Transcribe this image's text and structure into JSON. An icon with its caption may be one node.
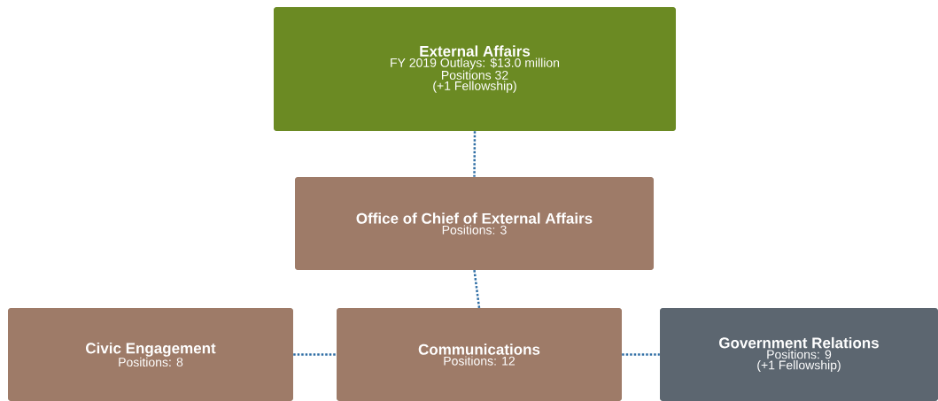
{
  "diagram": {
    "nodes": [
      {
        "text": [
          "External Affairs",
          "FY 2019 Outlays: $13.0 million",
          "Positions 32",
          "(+1 Fellowship)"
        ]
      },
      {
        "text": [
          "Office of Chief of External Affairs",
          "Positions: 3"
        ]
      },
      {
        "text": [
          "Civic Engagement",
          "Positions: 8"
        ]
      },
      {
        "text": [
          "Communications",
          "Positions: 12"
        ]
      },
      {
        "text": [
          "Government Relations",
          "Positions: 9",
          "(+1 Fellowship)"
        ]
      }
    ],
    "edges": [
      {
        "from": 0,
        "to": 1,
        "arrow": "none"
      },
      {
        "from": 1,
        "to": 3,
        "arrow": "none"
      },
      {
        "from": 2,
        "to": 3,
        "arrow": "none"
      },
      {
        "from": 3,
        "to": 4,
        "arrow": "none"
      }
    ]
  }
}
